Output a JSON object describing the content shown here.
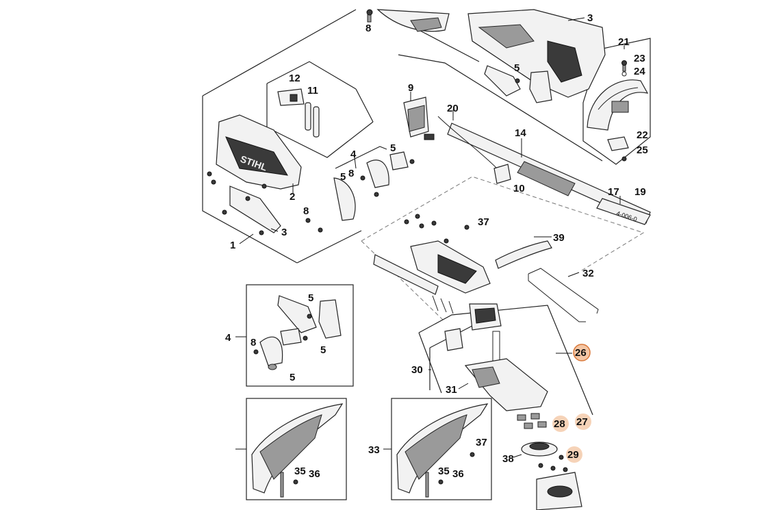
{
  "callouts": [
    {
      "id": "8a",
      "text": "8"
    },
    {
      "id": "3a",
      "text": "3"
    },
    {
      "id": "21",
      "text": "21"
    },
    {
      "id": "23",
      "text": "23"
    },
    {
      "id": "24",
      "text": "24"
    },
    {
      "id": "5a",
      "text": "5"
    },
    {
      "id": "12",
      "text": "12"
    },
    {
      "id": "11",
      "text": "11"
    },
    {
      "id": "9",
      "text": "9"
    },
    {
      "id": "20",
      "text": "20"
    },
    {
      "id": "14",
      "text": "14"
    },
    {
      "id": "22",
      "text": "22"
    },
    {
      "id": "25",
      "text": "25"
    },
    {
      "id": "4a",
      "text": "4"
    },
    {
      "id": "5b",
      "text": "5"
    },
    {
      "id": "5c",
      "text": "5"
    },
    {
      "id": "8b",
      "text": "8"
    },
    {
      "id": "10",
      "text": "10"
    },
    {
      "id": "2",
      "text": "2"
    },
    {
      "id": "17",
      "text": "17"
    },
    {
      "id": "19",
      "text": "19"
    },
    {
      "id": "8c",
      "text": "8"
    },
    {
      "id": "3b",
      "text": "3"
    },
    {
      "id": "37a",
      "text": "37"
    },
    {
      "id": "1",
      "text": "1"
    },
    {
      "id": "39",
      "text": "39"
    },
    {
      "id": "32",
      "text": "32"
    },
    {
      "id": "5d",
      "text": "5"
    },
    {
      "id": "4b",
      "text": "4"
    },
    {
      "id": "8d",
      "text": "8"
    },
    {
      "id": "5e",
      "text": "5"
    },
    {
      "id": "5f",
      "text": "5"
    },
    {
      "id": "26",
      "text": "26"
    },
    {
      "id": "30",
      "text": "30"
    },
    {
      "id": "31",
      "text": "31"
    },
    {
      "id": "28",
      "text": "28"
    },
    {
      "id": "27",
      "text": "27"
    },
    {
      "id": "33",
      "text": "33"
    },
    {
      "id": "37b",
      "text": "37"
    },
    {
      "id": "38",
      "text": "38"
    },
    {
      "id": "29",
      "text": "29"
    },
    {
      "id": "35a",
      "text": "35"
    },
    {
      "id": "36a",
      "text": "36"
    },
    {
      "id": "35b",
      "text": "35"
    },
    {
      "id": "36b",
      "text": "36"
    }
  ],
  "highlighted_parts": [
    "26",
    "27",
    "28",
    "29"
  ],
  "highlight_color": "#d9783a",
  "brand_text": "STIHL",
  "shaft_marking": "4-006-0"
}
